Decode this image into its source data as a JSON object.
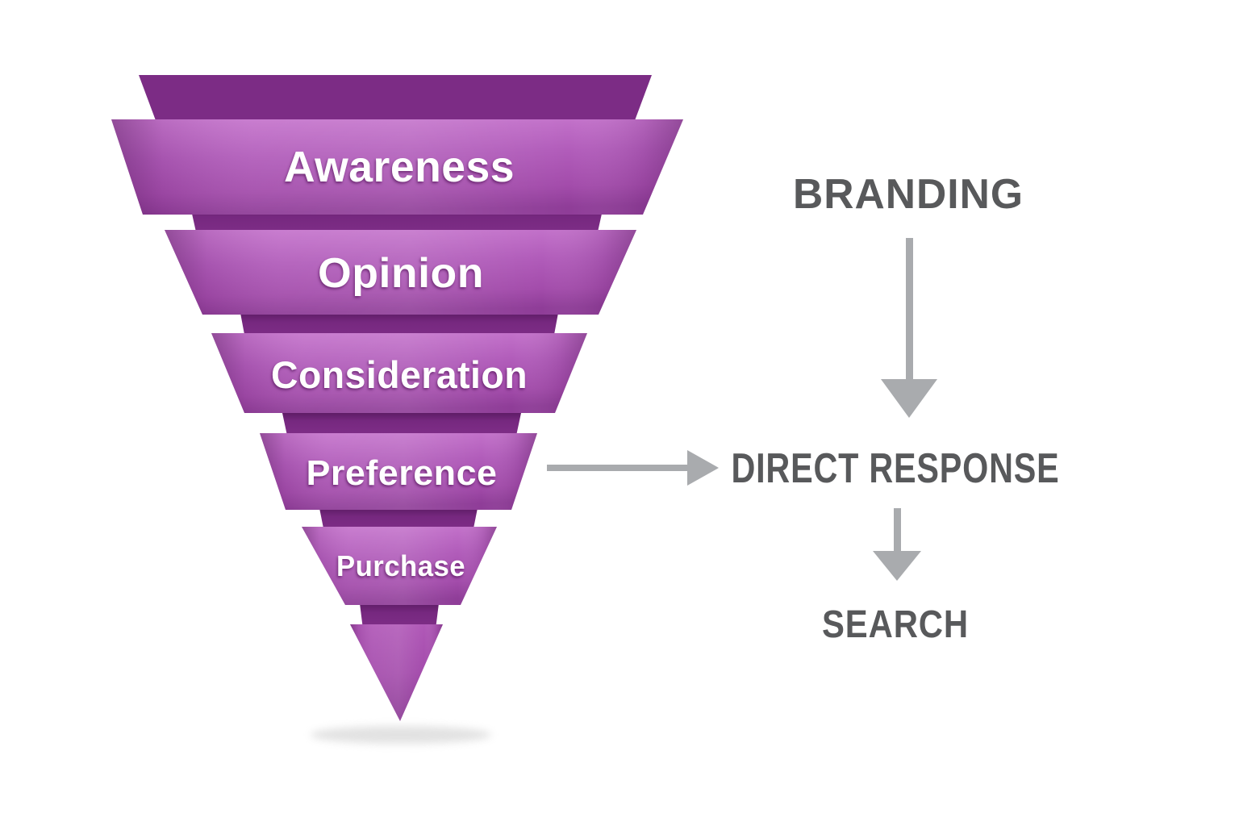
{
  "funnel": {
    "stages": [
      {
        "label": "Awareness"
      },
      {
        "label": "Opinion"
      },
      {
        "label": "Consideration"
      },
      {
        "label": "Preference"
      },
      {
        "label": "Purchase"
      }
    ],
    "colors": {
      "band_light": "#c777ce",
      "band_mid": "#ae57b7",
      "band_dark": "#8f3d98",
      "connector": "#7a2a83",
      "top_band": "#7c2c85",
      "label_text": "#ffffff"
    }
  },
  "annotations": {
    "items": [
      {
        "label": "BRANDING"
      },
      {
        "label": "DIRECT RESPONSE"
      },
      {
        "label": "SEARCH"
      }
    ],
    "label_color": "#58595b",
    "arrow_color": "#a9abae"
  }
}
